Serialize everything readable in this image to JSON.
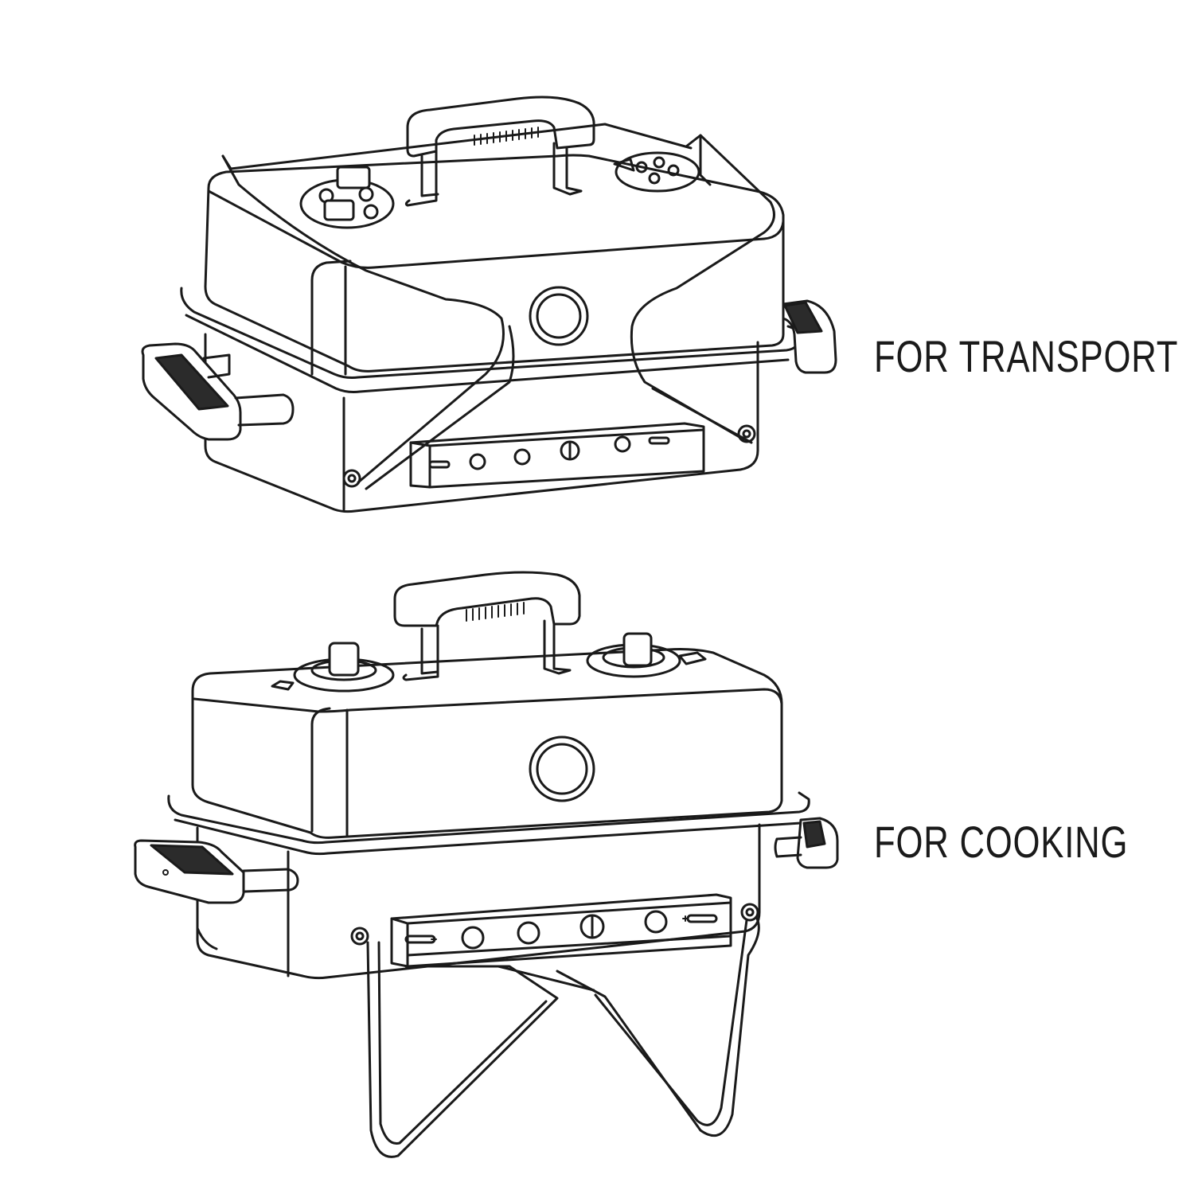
{
  "colors": {
    "ink": "#1a1a1a",
    "background": "#ffffff",
    "dark_fill": "#2b2b2b"
  },
  "labels": {
    "transport": "FOR TRANSPORT",
    "cooking": "FOR COOKING"
  },
  "illustrations": {
    "top": {
      "mode": "transport",
      "legs": "folded-up",
      "icon": "grill-transport-drawing"
    },
    "bottom": {
      "mode": "cooking",
      "legs": "folded-down",
      "icon": "grill-cooking-drawing"
    }
  }
}
